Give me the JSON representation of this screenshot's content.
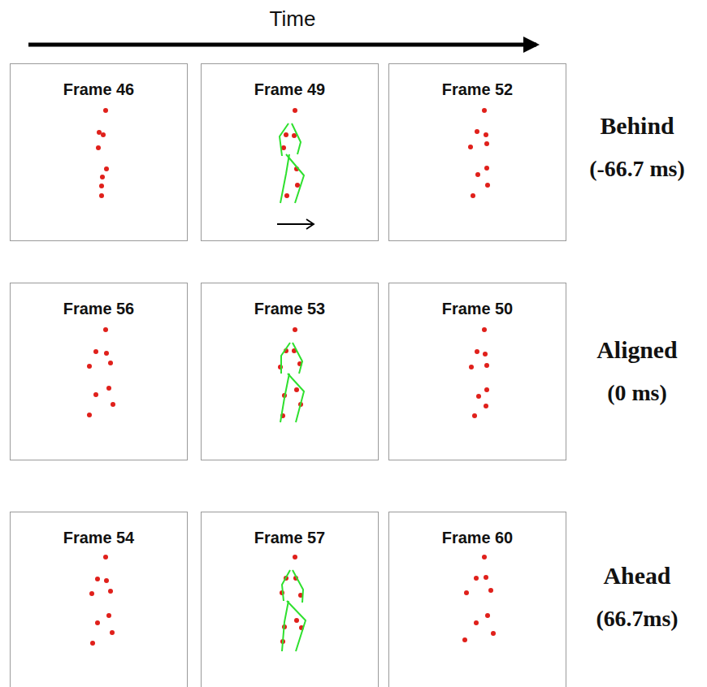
{
  "diagram": {
    "nodes": [
      {
        "text": [
          "Frame 46"
        ]
      },
      {
        "text": [
          "Frame 49"
        ]
      },
      {
        "text": [
          "Frame 52"
        ]
      },
      {
        "text": [
          "Frame 56"
        ]
      },
      {
        "text": [
          "Frame 53"
        ]
      },
      {
        "text": [
          "Frame 50"
        ]
      },
      {
        "text": [
          "Frame 54"
        ]
      },
      {
        "text": [
          "Frame 57"
        ]
      },
      {
        "text": [
          "Frame 60"
        ]
      }
    ],
    "labels": [
      "Time",
      "Behind",
      "(-66.7 ms)",
      "Aligned",
      "(0 ms)",
      "Ahead",
      "(66.7ms)"
    ]
  }
}
